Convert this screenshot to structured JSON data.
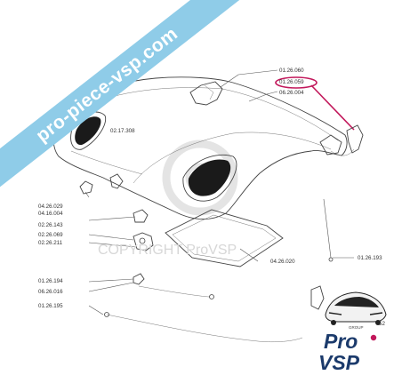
{
  "banner": {
    "text": "pro-piece-vsp.com",
    "color": "#8fcce8"
  },
  "watermark": {
    "text": "COPYRIGHT ProVSP"
  },
  "highlight_color": "#c2185b",
  "labels": {
    "ref_01_26_060": "01.26.060",
    "ref_01_26_059": "01.26.059",
    "ref_06_26_004": "06.26.004",
    "ref_02_17_308": "02.17.308",
    "ref_04_26_029": "04.26.029",
    "ref_04_16_004": "04.16.004",
    "ref_02_26_143": "02.26.143",
    "ref_02_26_069": "02.26.069",
    "ref_02_26_211": "02.26.211",
    "ref_04_26_020": "04.26.020",
    "ref_01_26_193": "01.26.193",
    "ref_01_26_194": "01.26.194",
    "ref_06_26_016": "06.26.016",
    "ref_01_26_195": "01.26.195",
    "ref_52": "52"
  },
  "logo": {
    "line1": "Pro",
    "line2": "VSP",
    "group": "GROUP",
    "primary_color": "#1b3a6b",
    "accent_color": "#c2185b"
  }
}
